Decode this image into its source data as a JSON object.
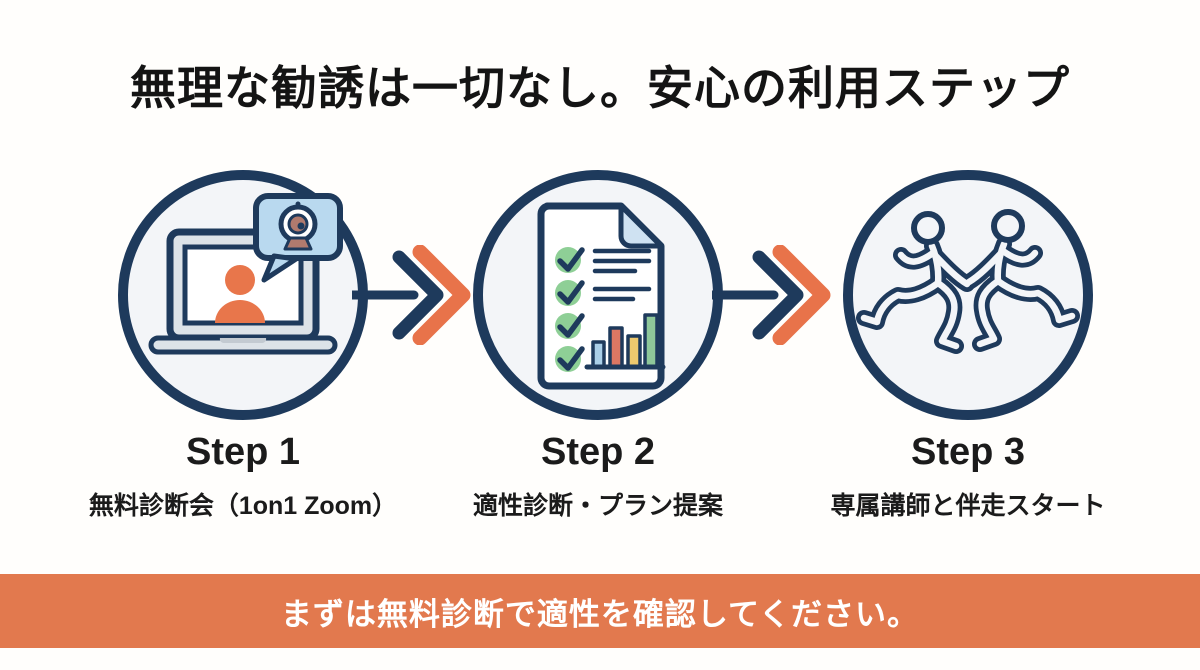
{
  "title": "無理な勧誘は一切なし。安心の利用ステップ",
  "steps": [
    {
      "label": "Step 1",
      "description": "無料診断会（1on1 Zoom）",
      "icon": "video-call-laptop-icon"
    },
    {
      "label": "Step 2",
      "description": "適性診断・プラン提案",
      "icon": "checklist-report-icon"
    },
    {
      "label": "Step 3",
      "description": "専属講師と伴走スタート",
      "icon": "running-together-icon"
    }
  ],
  "banner": {
    "text": "まずは無料診断で適性を確認してください。"
  },
  "colors": {
    "navy": "#1e3a5c",
    "orange": "#e2794e",
    "person_orange": "#e8764b",
    "bubble_blue": "#b9d9ef",
    "check_green": "#8ecf96",
    "bar_blue": "#aacfe8",
    "bar_red": "#dd7763",
    "bar_yellow": "#eec96e",
    "bar_green": "#8ec79a",
    "circle_fill": "#f3f5f8",
    "background": "#fffefc"
  }
}
